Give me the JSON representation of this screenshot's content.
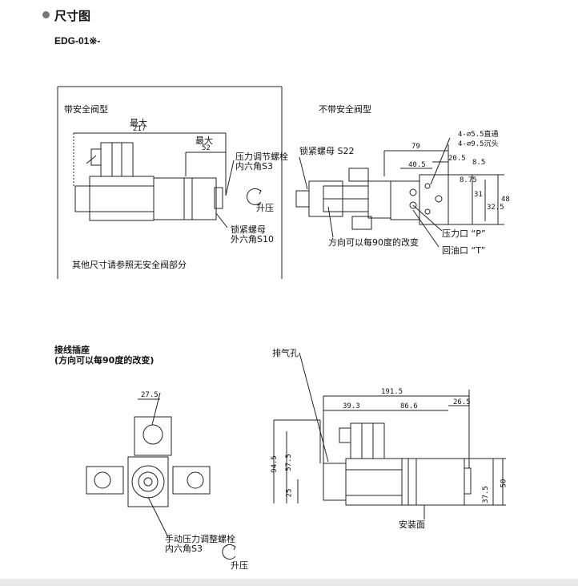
{
  "header": {
    "section_title": "尺寸图",
    "model": "EDG-01※-"
  },
  "top_left": {
    "title": "带安全阀型",
    "max_label": "最大",
    "dim_217": "217",
    "max_label_2": "最大",
    "dim_52": "52",
    "callout_adjust": "压力调节螺栓",
    "callout_adjust_2": "内六角S3",
    "rotate_label": "升压",
    "callout_locknut": "锁紧螺母",
    "callout_locknut_2": "外六角S10",
    "note": "其他尺寸请参照无安全阀部分"
  },
  "top_right": {
    "title": "不带安全阀型",
    "callout_locknut": "锁紧螺母 S22",
    "dim_79": "79",
    "dim_40_5": "40.5",
    "dim_20_5": "20.5",
    "dim_8_5": "8.5",
    "hole_1": "4-⌀5.5直通",
    "hole_2": "4-⌀9.5沉头",
    "dim_8_75": "8.75",
    "dim_31": "31",
    "dim_32_5": "32.5",
    "dim_48": "48",
    "rotate_note": "方向可以每90度的改变",
    "port_p": "压力口 “P”",
    "port_t": "回油口 “T”"
  },
  "bottom_left": {
    "title": "接线插座",
    "subtitle": "(方向可以每90度的改变)",
    "dim_27_5": "27.5",
    "callout_manual": "手动压力调整螺栓",
    "callout_manual_2": "内六角S3",
    "rotate_label": "升压"
  },
  "bottom_right": {
    "vent_label": "排气孔",
    "dim_191_5": "191.5",
    "dim_39_3": "39.3",
    "dim_86_6": "86.6",
    "dim_26_5": "26.5",
    "dim_94_5": "94.5",
    "dim_57_5": "57.5",
    "dim_25": "25",
    "dim_50": "50",
    "dim_37_5": "37.5",
    "mount_label": "安装面"
  }
}
